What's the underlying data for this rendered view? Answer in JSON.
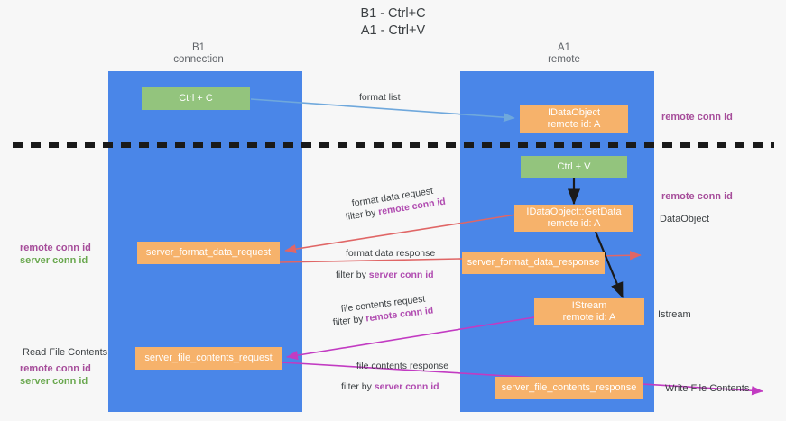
{
  "title": "B1 - Ctrl+C\nA1 - Ctrl+V",
  "columns": [
    {
      "name": "b1",
      "heading": "B1\nconnection"
    },
    {
      "name": "a1",
      "heading": "A1\nremote"
    }
  ],
  "boxes": {
    "ctrl_c": "Ctrl + C",
    "ctrl_v": "Ctrl + V",
    "idataobject": "IDataObject\nremote id: A",
    "getdata": "IDataObject::GetData\nremote id: A",
    "istream": "IStream\nremote id: A",
    "server_format_data_request": "server_format_data_request",
    "server_format_data_response": "server_format_data_response",
    "server_file_contents_request": "server_file_contents_request",
    "server_file_contents_response": "server_file_contents_response"
  },
  "flows": {
    "format_list": "format list",
    "format_data_request": "format data request",
    "format_data_request_filter_prefix": "filter by ",
    "format_data_request_filter_value": "remote conn id",
    "format_data_response": "format data response",
    "format_data_response_filter_prefix": "filter by ",
    "format_data_response_filter_value": "server conn id",
    "file_contents_request": "file contents request",
    "file_contents_request_filter_prefix": "filter by ",
    "file_contents_request_filter_value": "remote conn id",
    "file_contents_response": "file contents response",
    "file_contents_response_filter_prefix": "filter by ",
    "file_contents_response_filter_value": "server conn id"
  },
  "side_labels": {
    "right_remote_conn_id_top": "remote conn id",
    "right_remote_conn_id_mid": "remote conn id",
    "right_dataobject": "DataObject",
    "right_istream": "Istream",
    "right_write_file_contents": "Write File Contents",
    "left_remote_conn_id_mid": "remote conn id",
    "left_server_conn_id_mid": "server conn id",
    "left_read_file_contents": "Read File Contents",
    "left_remote_conn_id_bottom": "remote conn id",
    "left_server_conn_id_bottom": "server conn id"
  },
  "colors": {
    "lane": "#4a86e8",
    "box_green": "#93c47d",
    "box_orange": "#f6b26b",
    "accent_remote": "#a64d9a",
    "accent_server": "#6aa84f",
    "arrow_blue": "#6fa8dc",
    "arrow_red": "#e06666",
    "arrow_magenta": "#c23bc2",
    "arrow_black": "#1a1a1a",
    "background": "#f7f7f7"
  }
}
